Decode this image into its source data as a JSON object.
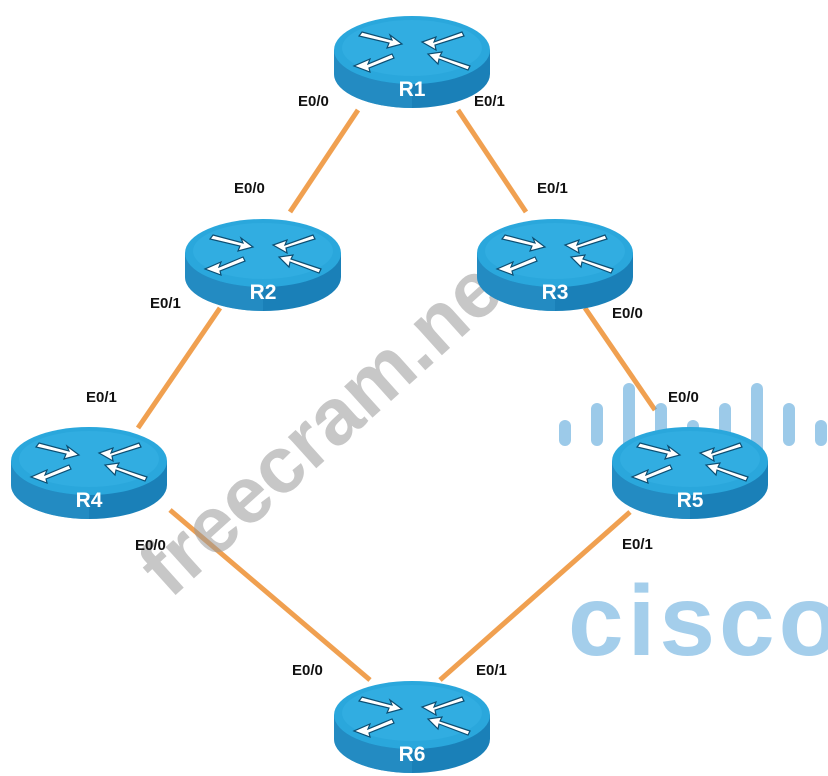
{
  "diagram": {
    "link_color": "#f0a050",
    "router_top_color": "#2aa7dc",
    "router_side_color": "#1a80b8",
    "routers": [
      {
        "id": "R1",
        "label": "R1"
      },
      {
        "id": "R2",
        "label": "R2"
      },
      {
        "id": "R3",
        "label": "R3"
      },
      {
        "id": "R4",
        "label": "R4"
      },
      {
        "id": "R5",
        "label": "R5"
      },
      {
        "id": "R6",
        "label": "R6"
      }
    ],
    "links": [
      {
        "from": "R1",
        "from_if": "E0/0",
        "to": "R2",
        "to_if": "E0/0"
      },
      {
        "from": "R1",
        "from_if": "E0/1",
        "to": "R3",
        "to_if": "E0/1"
      },
      {
        "from": "R2",
        "from_if": "E0/1",
        "to": "R4",
        "to_if": "E0/1"
      },
      {
        "from": "R3",
        "from_if": "E0/0",
        "to": "R5",
        "to_if": "E0/0"
      },
      {
        "from": "R4",
        "from_if": "E0/0",
        "to": "R6",
        "to_if": "E0/0"
      },
      {
        "from": "R5",
        "from_if": "E0/1",
        "to": "R6",
        "to_if": "E0/1"
      }
    ]
  },
  "watermarks": {
    "site": "freecram.net",
    "brand": "cisco",
    "brand_color": "#5ba7dc"
  }
}
